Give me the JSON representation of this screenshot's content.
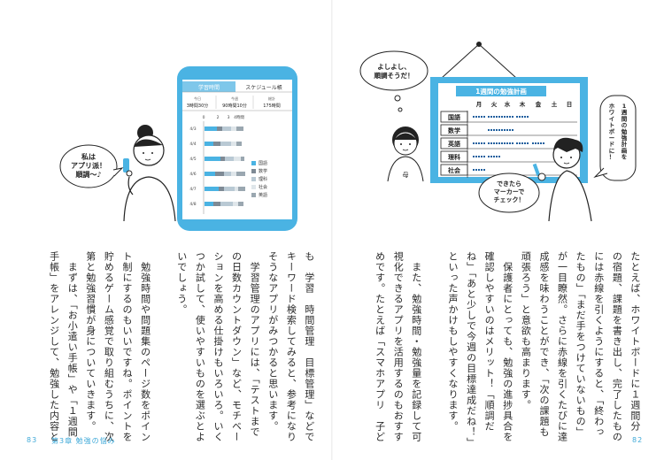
{
  "right_page": {
    "illustration": {
      "board_title": "1週間の勉強計画",
      "days": [
        "月",
        "火",
        "水",
        "木",
        "金",
        "土",
        "日"
      ],
      "subjects": [
        "国語",
        "数学",
        "英語",
        "理科",
        "社会"
      ],
      "mother_bubble": "よしよし、\n順調そうだ！",
      "mother_label": "母",
      "boy_note": "1週間の勉強計画を\nホワイトボードに！",
      "boy_bubble": "できたら\nマーカーで\nチェック！"
    },
    "text_columns": [
      "たとえば、ホワイトボードに１週間分",
      "の宿題、課題を書き出し、完了したもの",
      "には赤線を引くようにすると、「終わっ",
      "たもの」「まだ手をつけていないもの」",
      "が一目瞭然。さらに赤線を引くたびに達",
      "成感を味わうことができ、「次の課題も",
      "頑張ろう」と意欲も高まります。",
      "　保護者にとっても、勉強の進捗具合を",
      "確認しやすいのはメリット！「順調だ",
      "ね」「あと少しで今週の目標達成だね！」",
      "といった声かけもしやすくなります。",
      "",
      "　また、勉強時間・勉強量を記録して可",
      "視化できるアプリを活用するのもおすす",
      "めです。たとえば「スマホアプリ　子ど"
    ],
    "folio": "82"
  },
  "left_page": {
    "illustration": {
      "tab_active": "学習時間",
      "tab_inactive": "スケジュール帳",
      "stat1_label": "今日",
      "stat1_value": "3時間30分",
      "stat2_label": "今週",
      "stat2_value": "90時間10分",
      "stat3_label": "総計",
      "stat3_value": "175時間",
      "axis_ticks": [
        "0",
        "2",
        "3",
        "4時間"
      ],
      "dates": [
        "4/3",
        "4/4",
        "4/5",
        "4/6",
        "4/7",
        "4/8"
      ],
      "legend": [
        "国語",
        "数学",
        "理科",
        "社会",
        "英語"
      ],
      "girl_bubble": "私は\nアプリ派！\n順調〜♪"
    },
    "text_columns": [
      "も　学習　時間管理　目標管理」などで",
      "キーワード検索してみると、参考になり",
      "そうなアプリがみつかると思います。",
      "　学習管理のアプリには、「テストまで",
      "の日数カウントダウン」など、モチベー",
      "ションを高める仕掛けもいろいろ。いく",
      "つか試して、使いやすいものを選ぶとよ",
      "いでしょう。",
      "",
      "　勉強時間や問題集のページ数をポイン",
      "ト制にするのもいいですね。ポイントを",
      "貯めるゲーム感覚で取り組むうちに、次",
      "第と勉強習慣が身についていきます。",
      "　まずは、「お小遣い手帳」や「１週間",
      "手帳」をアレンジして、勉強した内容と"
    ],
    "folio": "83",
    "running_head": "第3章 勉強の悩み"
  }
}
